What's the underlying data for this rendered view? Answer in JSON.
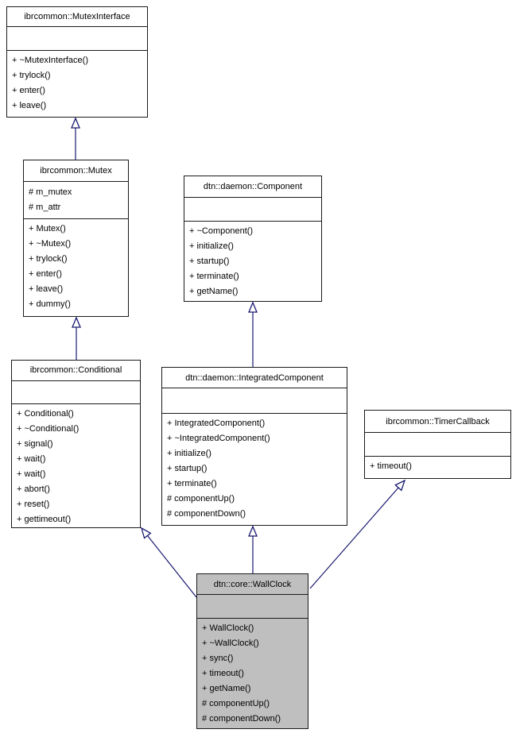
{
  "diagram": {
    "type": "uml-class-inheritance",
    "colors": {
      "arrow": "#191970",
      "box_border": "#1a1a1a",
      "box_fill": "#ffffff",
      "highlight_fill": "#bfbfbf"
    },
    "classes": [
      {
        "id": "mutex_interface",
        "title": "ibrcommon::MutexInterface",
        "attributes": [],
        "methods": [
          "+ ~MutexInterface()",
          "+ trylock()",
          "+ enter()",
          "+ leave()"
        ]
      },
      {
        "id": "mutex",
        "title": "ibrcommon::Mutex",
        "attributes": [
          "# m_mutex",
          "# m_attr"
        ],
        "methods": [
          "+ Mutex()",
          "+ ~Mutex()",
          "+ trylock()",
          "+ enter()",
          "+ leave()",
          "+ dummy()"
        ]
      },
      {
        "id": "component",
        "title": "dtn::daemon::Component",
        "attributes": [],
        "methods": [
          "+ ~Component()",
          "+ initialize()",
          "+ startup()",
          "+ terminate()",
          "+ getName()"
        ]
      },
      {
        "id": "conditional",
        "title": "ibrcommon::Conditional",
        "attributes": [],
        "methods": [
          "+ Conditional()",
          "+ ~Conditional()",
          "+ signal()",
          "+ wait()",
          "+ wait()",
          "+ abort()",
          "+ reset()",
          "+ gettimeout()"
        ]
      },
      {
        "id": "integrated_component",
        "title": "dtn::daemon::IntegratedComponent",
        "attributes": [],
        "methods": [
          "+ IntegratedComponent()",
          "+ ~IntegratedComponent()",
          "+ initialize()",
          "+ startup()",
          "+ terminate()",
          "# componentUp()",
          "# componentDown()"
        ]
      },
      {
        "id": "timer_callback",
        "title": "ibrcommon::TimerCallback",
        "attributes": [],
        "methods": [
          "+ timeout()"
        ]
      },
      {
        "id": "wallclock",
        "title": "dtn::core::WallClock",
        "highlighted": true,
        "attributes": [],
        "methods": [
          "+ WallClock()",
          "+ ~WallClock()",
          "+ sync()",
          "+ timeout()",
          "+ getName()",
          "# componentUp()",
          "# componentDown()"
        ]
      }
    ],
    "relations": [
      {
        "from": "mutex",
        "to": "mutex_interface",
        "type": "inheritance"
      },
      {
        "from": "conditional",
        "to": "mutex",
        "type": "inheritance"
      },
      {
        "from": "integrated_component",
        "to": "component",
        "type": "inheritance"
      },
      {
        "from": "wallclock",
        "to": "conditional",
        "type": "inheritance"
      },
      {
        "from": "wallclock",
        "to": "integrated_component",
        "type": "inheritance"
      },
      {
        "from": "wallclock",
        "to": "timer_callback",
        "type": "inheritance"
      }
    ]
  }
}
